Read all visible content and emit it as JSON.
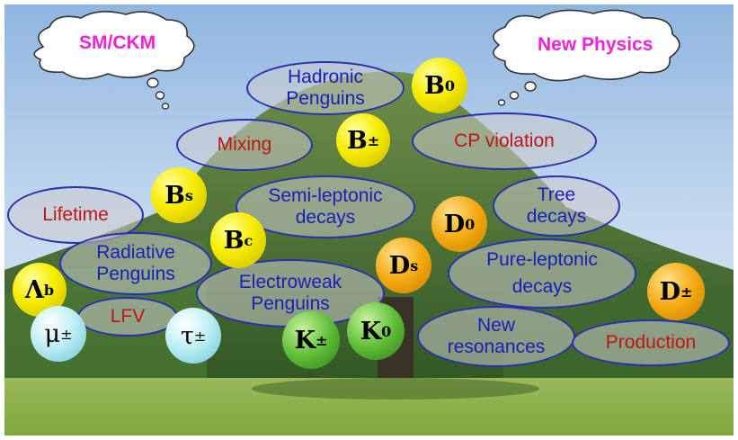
{
  "clouds": {
    "left": "SM/CKM",
    "right": "New Physics"
  },
  "ovals": {
    "hadronic_penguins": "Hadronic Penguins",
    "mixing": "Mixing",
    "cp_violation": "CP violation",
    "lifetime": "Lifetime",
    "semileptonic": "Semi-leptonic decays",
    "tree_decays": "Tree decays",
    "radiative_penguins": "Radiative Penguins",
    "electroweak_penguins": "Electroweak Penguins",
    "pure_leptonic": "Pure-leptonic decays",
    "lfv": "LFV",
    "new_resonances": "New resonances",
    "production": "Production"
  },
  "particles": {
    "b0": {
      "base": "B",
      "sup": "0",
      "sub": ""
    },
    "bpm": {
      "base": "B",
      "sup": "±",
      "sub": ""
    },
    "bs": {
      "base": "B",
      "sup": "",
      "sub": "s"
    },
    "bc": {
      "base": "B",
      "sup": "",
      "sub": "c"
    },
    "d0": {
      "base": "D",
      "sup": "0",
      "sub": ""
    },
    "ds": {
      "base": "D",
      "sup": "",
      "sub": "s"
    },
    "dpm": {
      "base": "D",
      "sup": "±",
      "sub": ""
    },
    "lambda_b": {
      "base": "Λ",
      "sup": "",
      "sub": "b"
    },
    "mu": {
      "base": "μ",
      "sup": "±",
      "sub": ""
    },
    "tau": {
      "base": "τ",
      "sup": "±",
      "sub": ""
    },
    "kpm": {
      "base": "K",
      "sup": "±",
      "sub": ""
    },
    "k0": {
      "base": "K",
      "sup": "0",
      "sub": ""
    }
  },
  "colors": {
    "oval_border": "#2b2fb0",
    "text_blue": "#1a1fb8",
    "text_red": "#c01515",
    "cloud_text": "#ee22d8",
    "ball_yellow": "#f6ec00",
    "ball_orange": "#f3a90f",
    "ball_green": "#5fbf38",
    "ball_cyan": "#bfeff5"
  }
}
